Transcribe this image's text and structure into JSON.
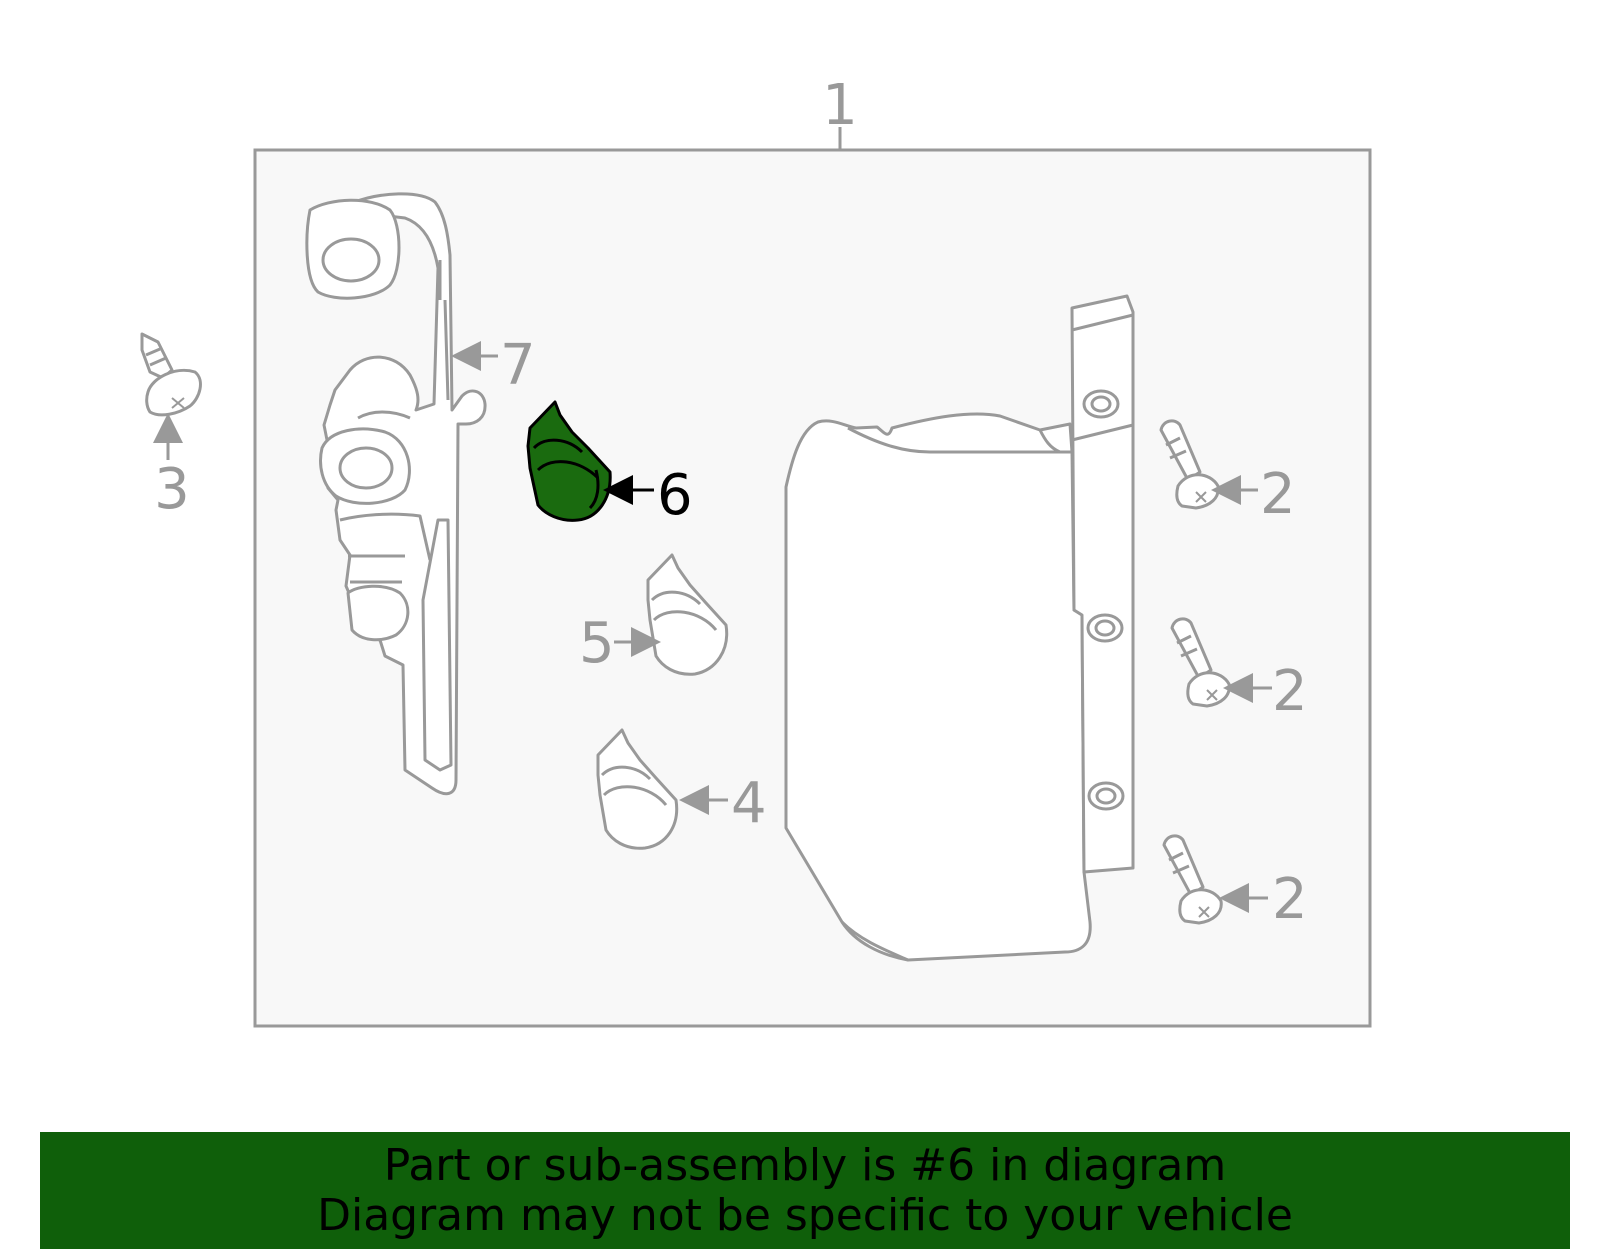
{
  "colors": {
    "outline": "#999999",
    "panel": "#f8f8f8",
    "highlight": "#1a6b0f",
    "banner": "#0f5f0a",
    "text": "#000000"
  },
  "callouts": {
    "c1": "1",
    "c2a": "2",
    "c2b": "2",
    "c2c": "2",
    "c3": "3",
    "c4": "4",
    "c5": "5",
    "c6": "6",
    "c7": "7"
  },
  "highlighted_part": "6",
  "banner": {
    "line1": "Part or sub-assembly is #6 in diagram",
    "line2": "Diagram may not be specific to your vehicle"
  }
}
